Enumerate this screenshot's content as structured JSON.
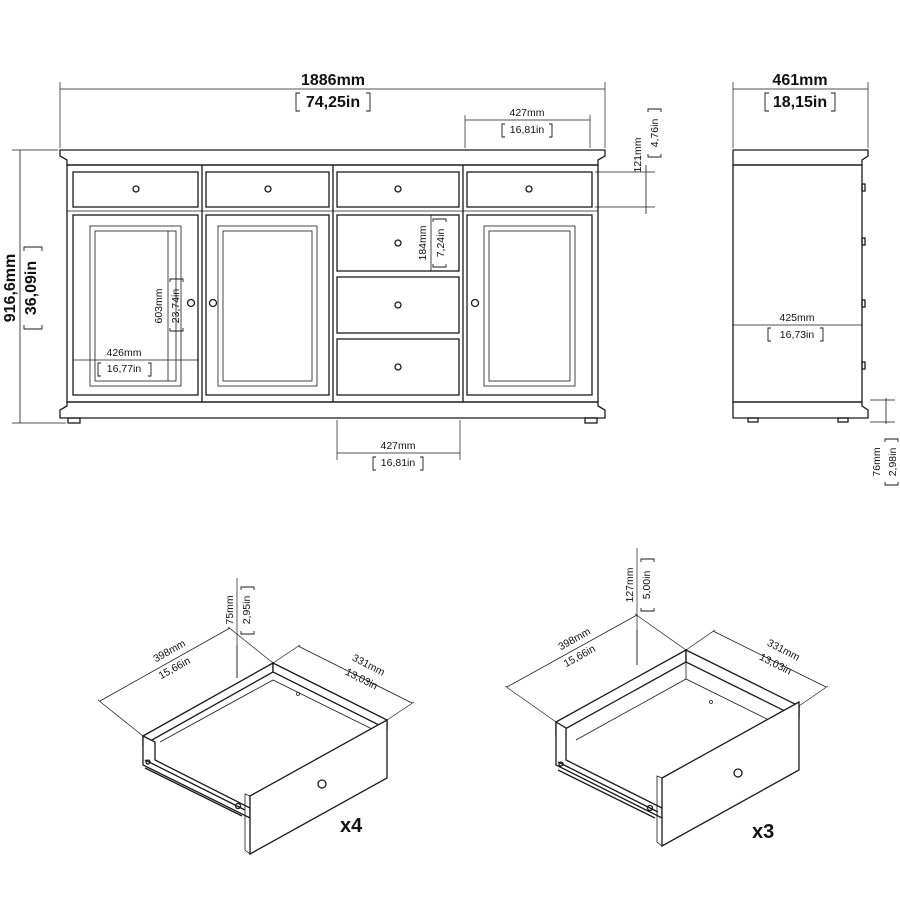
{
  "front_view": {
    "overall_width": {
      "mm": "1886mm",
      "in": "74,25in"
    },
    "overall_height": {
      "mm": "916,6mm",
      "in": "36,09in"
    },
    "drawer_width_top": {
      "mm": "427mm",
      "in": "16,81in"
    },
    "top_drawer_height": {
      "mm": "121mm",
      "in": "4,76in"
    },
    "small_drawer_height": {
      "mm": "184mm",
      "in": "7,24in"
    },
    "door_opening_height": {
      "mm": "603mm",
      "in": "23,74in"
    },
    "door_opening_width": {
      "mm": "426mm",
      "in": "16,77in"
    },
    "drawer_width_bottom": {
      "mm": "427mm",
      "in": "16,81in"
    }
  },
  "side_view": {
    "depth": {
      "mm": "461mm",
      "in": "18,15in"
    },
    "inner_depth": {
      "mm": "425mm",
      "in": "16,73in"
    },
    "leg_height": {
      "mm": "76mm",
      "in": "2,98in"
    }
  },
  "drawer_small": {
    "depth": {
      "mm": "398mm",
      "in": "15,66in"
    },
    "width": {
      "mm": "331mm",
      "in": "13,03in"
    },
    "height": {
      "mm": "75mm",
      "in": "2,95in"
    },
    "quantity": "x4"
  },
  "drawer_large": {
    "depth": {
      "mm": "398mm",
      "in": "15,66in"
    },
    "width": {
      "mm": "331mm",
      "in": "13,03in"
    },
    "height": {
      "mm": "127mm",
      "in": "5,00in"
    },
    "quantity": "x3"
  }
}
